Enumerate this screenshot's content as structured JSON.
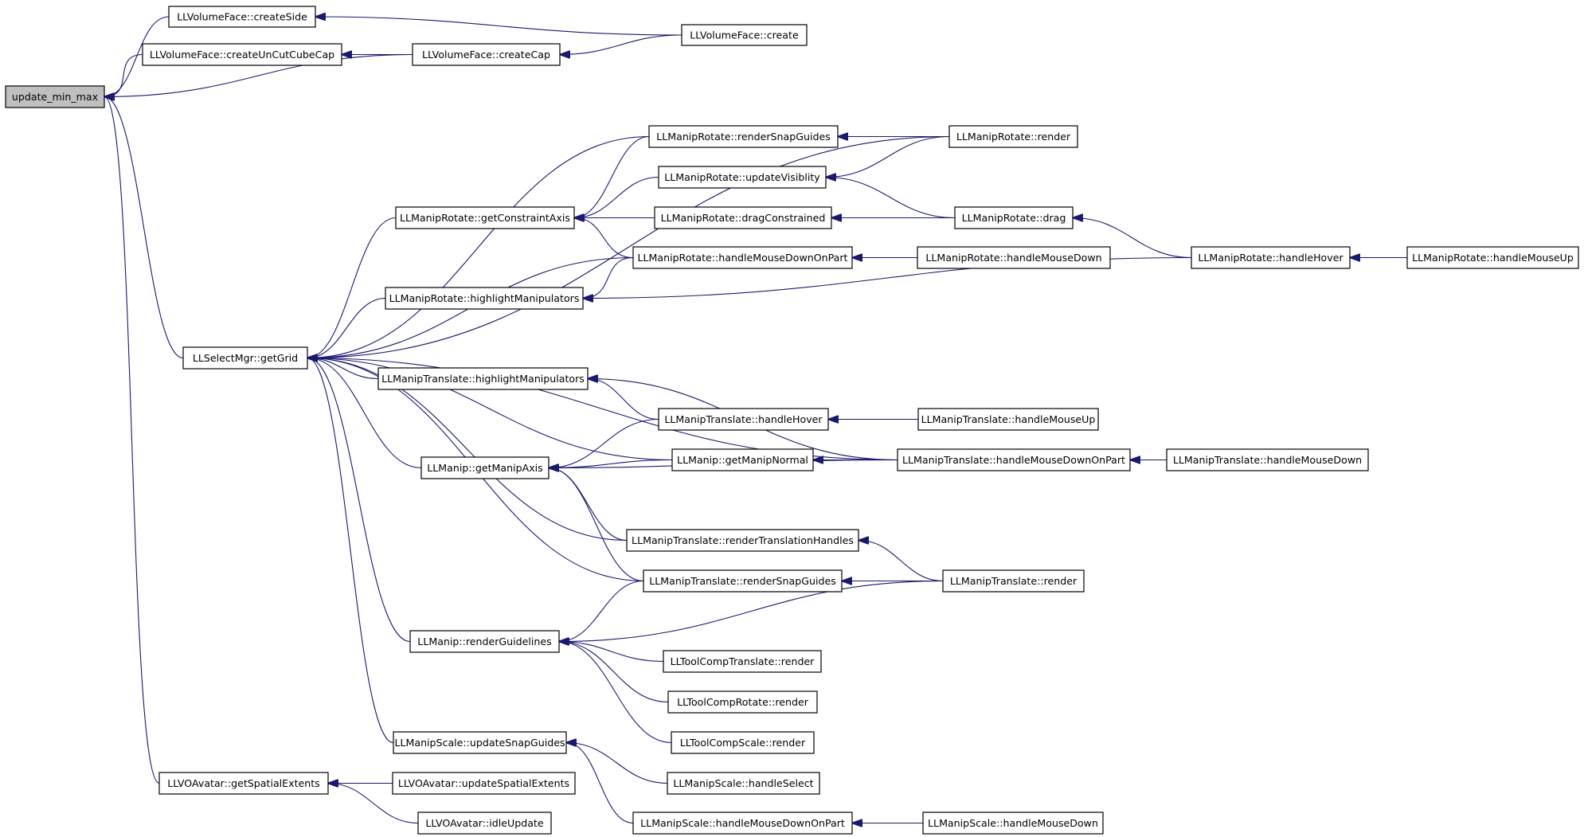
{
  "graph": {
    "nodes": [
      {
        "id": "n0",
        "label": "update_min_max",
        "root": true
      },
      {
        "id": "n1",
        "label": "LLVolumeFace::createSide"
      },
      {
        "id": "n2",
        "label": "LLVolumeFace::createUnCutCubeCap"
      },
      {
        "id": "n3",
        "label": "LLVolumeFace::createCap"
      },
      {
        "id": "n4",
        "label": "LLVolumeFace::create"
      },
      {
        "id": "n5",
        "label": "LLSelectMgr::getGrid"
      },
      {
        "id": "n6",
        "label": "LLVOAvatar::getSpatialExtents"
      },
      {
        "id": "n7",
        "label": "LLManipRotate::getConstraintAxis"
      },
      {
        "id": "n8",
        "label": "LLManipRotate::highlightManipulators"
      },
      {
        "id": "n9",
        "label": "LLManipTranslate::highlightManipulators"
      },
      {
        "id": "n10",
        "label": "LLManip::getManipAxis"
      },
      {
        "id": "n11",
        "label": "LLManip::renderGuidelines"
      },
      {
        "id": "n12",
        "label": "LLManipScale::updateSnapGuides"
      },
      {
        "id": "n13",
        "label": "LLVOAvatar::updateSpatialExtents"
      },
      {
        "id": "n14",
        "label": "LLVOAvatar::idleUpdate"
      },
      {
        "id": "n15",
        "label": "LLManipRotate::renderSnapGuides"
      },
      {
        "id": "n16",
        "label": "LLManipRotate::updateVisiblity"
      },
      {
        "id": "n17",
        "label": "LLManipRotate::dragConstrained"
      },
      {
        "id": "n18",
        "label": "LLManipRotate::handleMouseDownOnPart"
      },
      {
        "id": "n19",
        "label": "LLManipTranslate::handleHover"
      },
      {
        "id": "n20",
        "label": "LLManip::getManipNormal"
      },
      {
        "id": "n21",
        "label": "LLManipTranslate::renderTranslationHandles"
      },
      {
        "id": "n22",
        "label": "LLManipTranslate::renderSnapGuides"
      },
      {
        "id": "n23",
        "label": "LLToolCompTranslate::render"
      },
      {
        "id": "n24",
        "label": "LLToolCompRotate::render"
      },
      {
        "id": "n25",
        "label": "LLToolCompScale::render"
      },
      {
        "id": "n26",
        "label": "LLManipScale::handleSelect"
      },
      {
        "id": "n27",
        "label": "LLManipScale::handleMouseDownOnPart"
      },
      {
        "id": "n28",
        "label": "LLManipRotate::render"
      },
      {
        "id": "n29",
        "label": "LLManipRotate::drag"
      },
      {
        "id": "n30",
        "label": "LLManipRotate::handleMouseDown"
      },
      {
        "id": "n31",
        "label": "LLManipTranslate::handleMouseUp"
      },
      {
        "id": "n32",
        "label": "LLManipTranslate::handleMouseDownOnPart"
      },
      {
        "id": "n33",
        "label": "LLManipTranslate::render"
      },
      {
        "id": "n34",
        "label": "LLManipScale::handleMouseDown"
      },
      {
        "id": "n35",
        "label": "LLManipRotate::handleHover"
      },
      {
        "id": "n36",
        "label": "LLManipTranslate::handleMouseDown"
      },
      {
        "id": "n37",
        "label": "LLManipRotate::handleMouseUp"
      }
    ],
    "edges": [
      {
        "from": "n1",
        "to": "n0"
      },
      {
        "from": "n2",
        "to": "n0"
      },
      {
        "from": "n3",
        "to": "n0"
      },
      {
        "from": "n5",
        "to": "n0"
      },
      {
        "from": "n6",
        "to": "n0"
      },
      {
        "from": "n4",
        "to": "n1"
      },
      {
        "from": "n3",
        "to": "n2"
      },
      {
        "from": "n4",
        "to": "n3"
      },
      {
        "from": "n28",
        "to": "n5"
      },
      {
        "from": "n15",
        "to": "n5"
      },
      {
        "from": "n7",
        "to": "n5"
      },
      {
        "from": "n18",
        "to": "n5"
      },
      {
        "from": "n8",
        "to": "n5"
      },
      {
        "from": "n32",
        "to": "n5"
      },
      {
        "from": "n9",
        "to": "n5"
      },
      {
        "from": "n20",
        "to": "n5"
      },
      {
        "from": "n10",
        "to": "n5"
      },
      {
        "from": "n21",
        "to": "n5"
      },
      {
        "from": "n22",
        "to": "n5"
      },
      {
        "from": "n11",
        "to": "n5"
      },
      {
        "from": "n12",
        "to": "n5"
      },
      {
        "from": "n15",
        "to": "n7"
      },
      {
        "from": "n16",
        "to": "n7"
      },
      {
        "from": "n17",
        "to": "n7"
      },
      {
        "from": "n18",
        "to": "n7"
      },
      {
        "from": "n18",
        "to": "n8"
      },
      {
        "from": "n35",
        "to": "n8"
      },
      {
        "from": "n19",
        "to": "n9"
      },
      {
        "from": "n32",
        "to": "n9"
      },
      {
        "from": "n19",
        "to": "n10"
      },
      {
        "from": "n20",
        "to": "n10"
      },
      {
        "from": "n32",
        "to": "n10"
      },
      {
        "from": "n21",
        "to": "n10"
      },
      {
        "from": "n22",
        "to": "n10"
      },
      {
        "from": "n22",
        "to": "n11"
      },
      {
        "from": "n33",
        "to": "n11"
      },
      {
        "from": "n23",
        "to": "n11"
      },
      {
        "from": "n24",
        "to": "n11"
      },
      {
        "from": "n25",
        "to": "n11"
      },
      {
        "from": "n26",
        "to": "n12"
      },
      {
        "from": "n27",
        "to": "n12"
      },
      {
        "from": "n13",
        "to": "n6"
      },
      {
        "from": "n14",
        "to": "n6"
      },
      {
        "from": "n28",
        "to": "n15"
      },
      {
        "from": "n28",
        "to": "n16"
      },
      {
        "from": "n29",
        "to": "n16"
      },
      {
        "from": "n29",
        "to": "n17"
      },
      {
        "from": "n30",
        "to": "n18"
      },
      {
        "from": "n35",
        "to": "n29"
      },
      {
        "from": "n37",
        "to": "n35"
      },
      {
        "from": "n31",
        "to": "n19"
      },
      {
        "from": "n32",
        "to": "n20"
      },
      {
        "from": "n36",
        "to": "n32"
      },
      {
        "from": "n33",
        "to": "n21"
      },
      {
        "from": "n33",
        "to": "n22"
      },
      {
        "from": "n34",
        "to": "n27"
      }
    ]
  }
}
